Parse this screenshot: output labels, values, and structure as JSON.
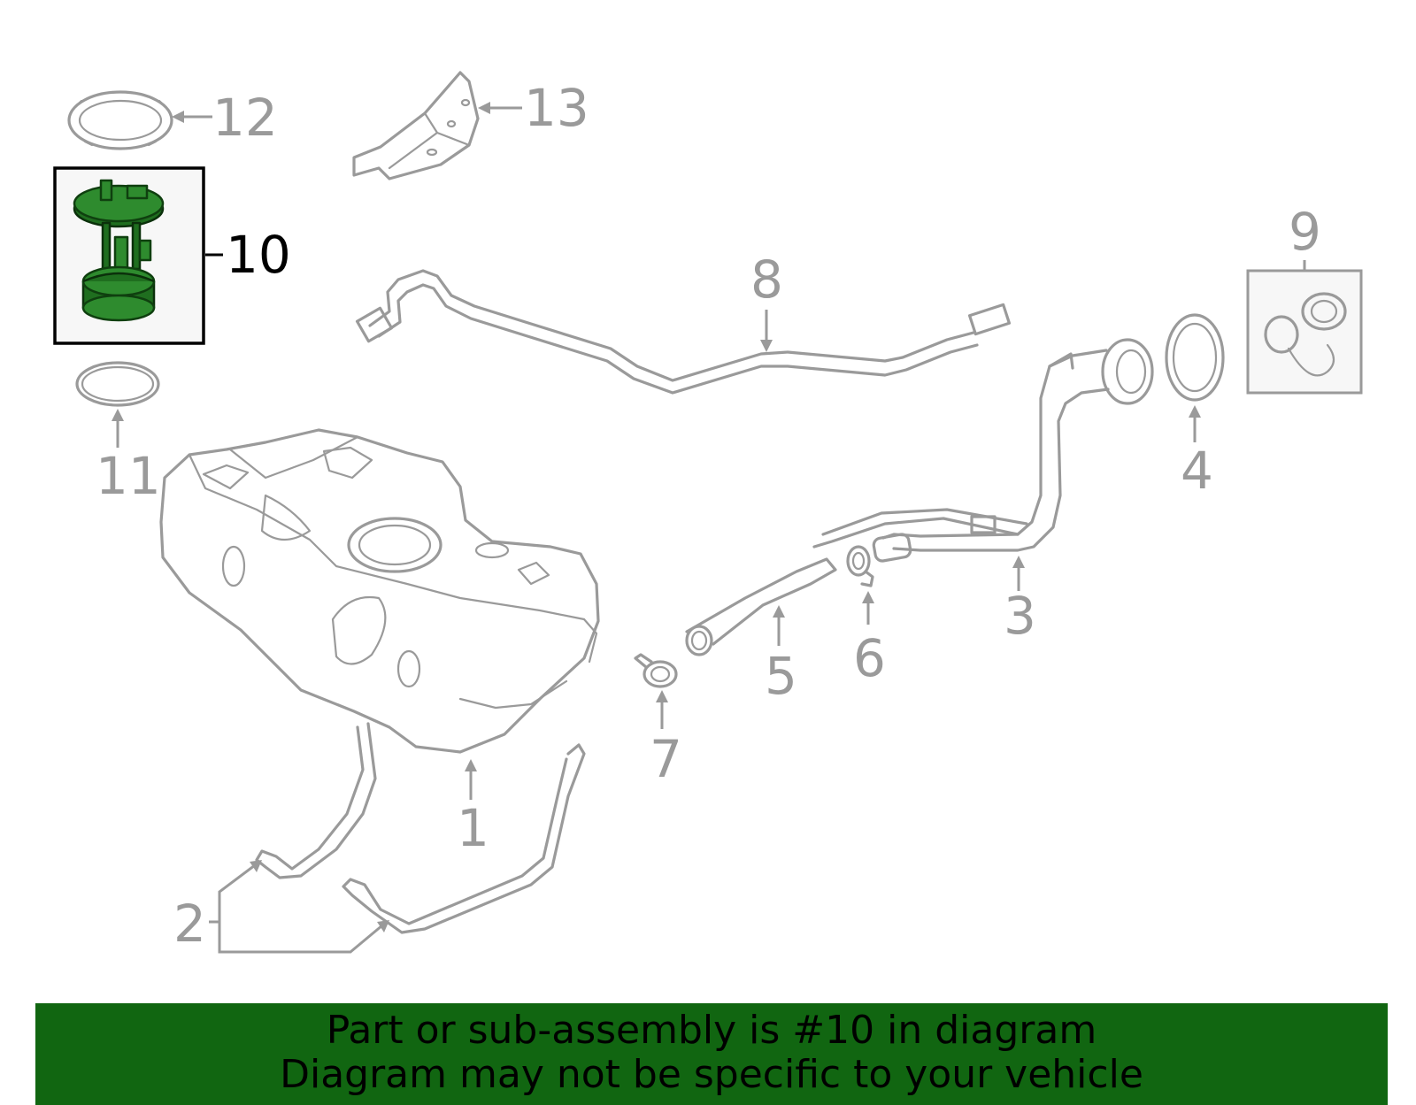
{
  "diagram": {
    "callouts": {
      "c1": "1",
      "c2": "2",
      "c3": "3",
      "c4": "4",
      "c5": "5",
      "c6": "6",
      "c7": "7",
      "c8": "8",
      "c9": "9",
      "c10": "10",
      "c11": "11",
      "c12": "12",
      "c13": "13"
    },
    "highlighted_part": "10",
    "colors": {
      "highlight_fill": "#2e8b2e",
      "line": "#9a9a9a",
      "banner_bg": "#116611"
    }
  },
  "banner": {
    "line1": "Part or sub-assembly is #10 in diagram",
    "line2": "Diagram may not be specific to your vehicle"
  }
}
